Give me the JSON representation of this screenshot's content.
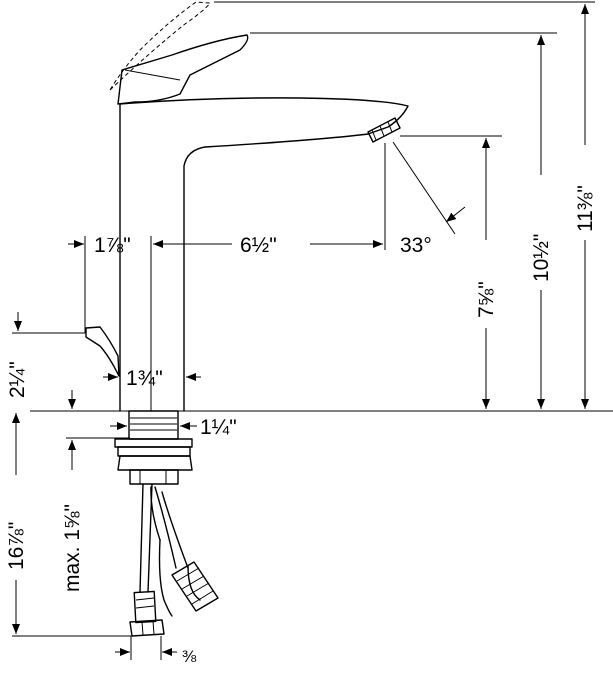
{
  "dimensions": {
    "d_1_7_8": "1⅞\"",
    "d_6_1_2": "6½\"",
    "d_33": "33°",
    "d_7_5_8": "7⅝\"",
    "d_10_1_2": "10½\"",
    "d_11_3_8": "11⅜\"",
    "d_1_3_4": "1¾\"",
    "d_2_1_4": "2¼\"",
    "d_1_1_4": "1¼\"",
    "d_16_7_8": "16⅞\"",
    "d_max_1_5_8": "max. 1⅝\"",
    "d_3_8": "⅜"
  }
}
